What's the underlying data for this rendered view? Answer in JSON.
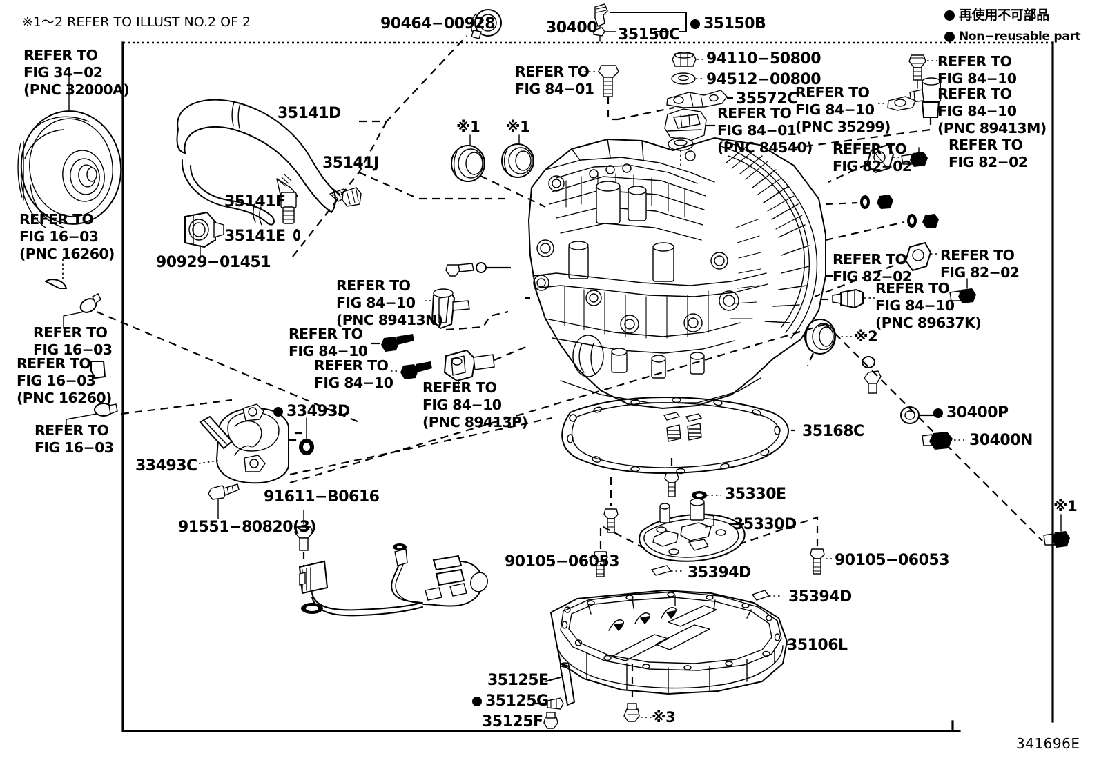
{
  "diagram": {
    "id_code": "341696E",
    "top_note": "※1～2 REFER TO ILLUST NO.2 OF 2",
    "legend": {
      "japanese": "再使用不可部品",
      "english": "Non−reusable part"
    }
  },
  "labels": {
    "pnc_32000a": "REFER TO\nFIG 34−02\n(PNC 32000A)",
    "pnc_16260_a": "REFER TO\nFIG 16−03\n(PNC 16260)",
    "fig1603_b": "REFER TO\nFIG 16−03",
    "pnc_16260_c": "REFER TO\nFIG 16−03",
    "pnc_16260_c2": "(PNC 16260)",
    "fig1603_d": "REFER TO\nFIG 16−03",
    "p_35141d": "35141D",
    "p_35141j": "35141J",
    "p_35141f": "35141F",
    "p_35141e": "35141E",
    "p_90929_01451": "90929−01451",
    "p_90464_00928": "90464−00928",
    "p_30400": "30400",
    "p_35150c": "35150C",
    "p_35150b": "35150B",
    "p_94110_50800": "94110−50800",
    "p_94512_00800": "94512−00800",
    "p_35572c": "35572C",
    "fig8401_a": "REFER TO\nFIG 84−01",
    "pnc_84540": "REFER TO\nFIG 84−01\n(PNC 84540)",
    "fig8410_tr": "REFER TO\nFIG 84−10",
    "pnc_35299": "REFER TO\nFIG 84−10\n(PNC 35299)",
    "pnc_89413m": "REFER TO\nFIG 84−10\n(PNC 89413M)",
    "fig8202_a": "REFER TO\nFIG 82−02",
    "fig8202_b": "REFER TO\nFIG 82−02",
    "fig8202_c": "REFER TO\nFIG 82−02",
    "fig8202_d": "REFER TO\nFIG 82−02",
    "pnc_89637k": "REFER TO\nFIG 84−10\n(PNC 89637K)",
    "pnc_89413n": "REFER TO\nFIG 84−10\n(PNC 89413N)",
    "fig8410_m1": "REFER TO\nFIG 84−10",
    "fig8410_m2": "REFER TO\nFIG 84−10",
    "pnc_89413p": "REFER TO\nFIG 84−10\n(PNC 89413P)",
    "p_33493d": "33493D",
    "p_33493c": "33493C",
    "p_91611_b0616": "91611−B0616",
    "p_91551_80820": "91551−80820(3)",
    "p_35168c": "35168C",
    "p_30400p": "30400P",
    "p_30400n": "30400N",
    "p_35330e": "35330E",
    "p_35330d": "35330D",
    "p_90105_06053_l": "90105−06053",
    "p_90105_06053_r": "90105−06053",
    "p_35394d_a": "35394D",
    "p_35394d_b": "35394D",
    "p_35106l": "35106L",
    "p_35125e": "35125E",
    "p_35125g": "35125G",
    "p_35125f": "35125F",
    "star1_a": "※1",
    "star1_b": "※1",
    "star1_c": "※1",
    "star2": "※2",
    "star3": "※3"
  }
}
